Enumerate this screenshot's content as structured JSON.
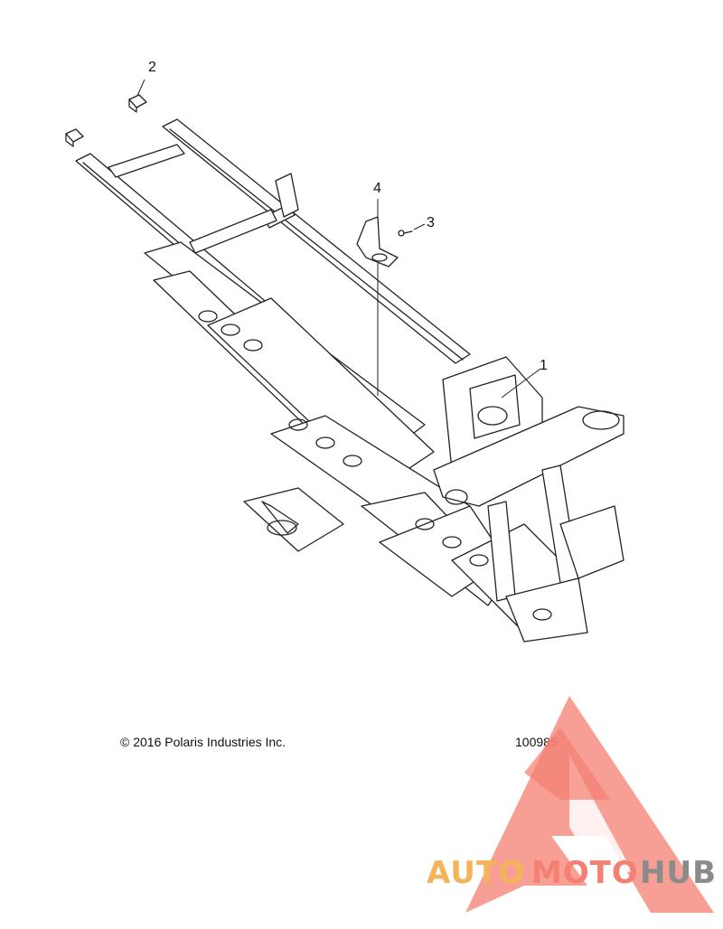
{
  "callouts": {
    "c1": "1",
    "c2": "2",
    "c3": "3",
    "c4": "4"
  },
  "footer": {
    "copyright": "© 2016 Polaris Industries Inc.",
    "figure_number": "100985"
  },
  "watermark": {
    "part1": "AUTO",
    "part2": "MOTO",
    "part3": "HUB",
    "color_orange": "#f5b45a",
    "color_salmon": "#f47f72",
    "color_gray": "#8b8b8b"
  }
}
